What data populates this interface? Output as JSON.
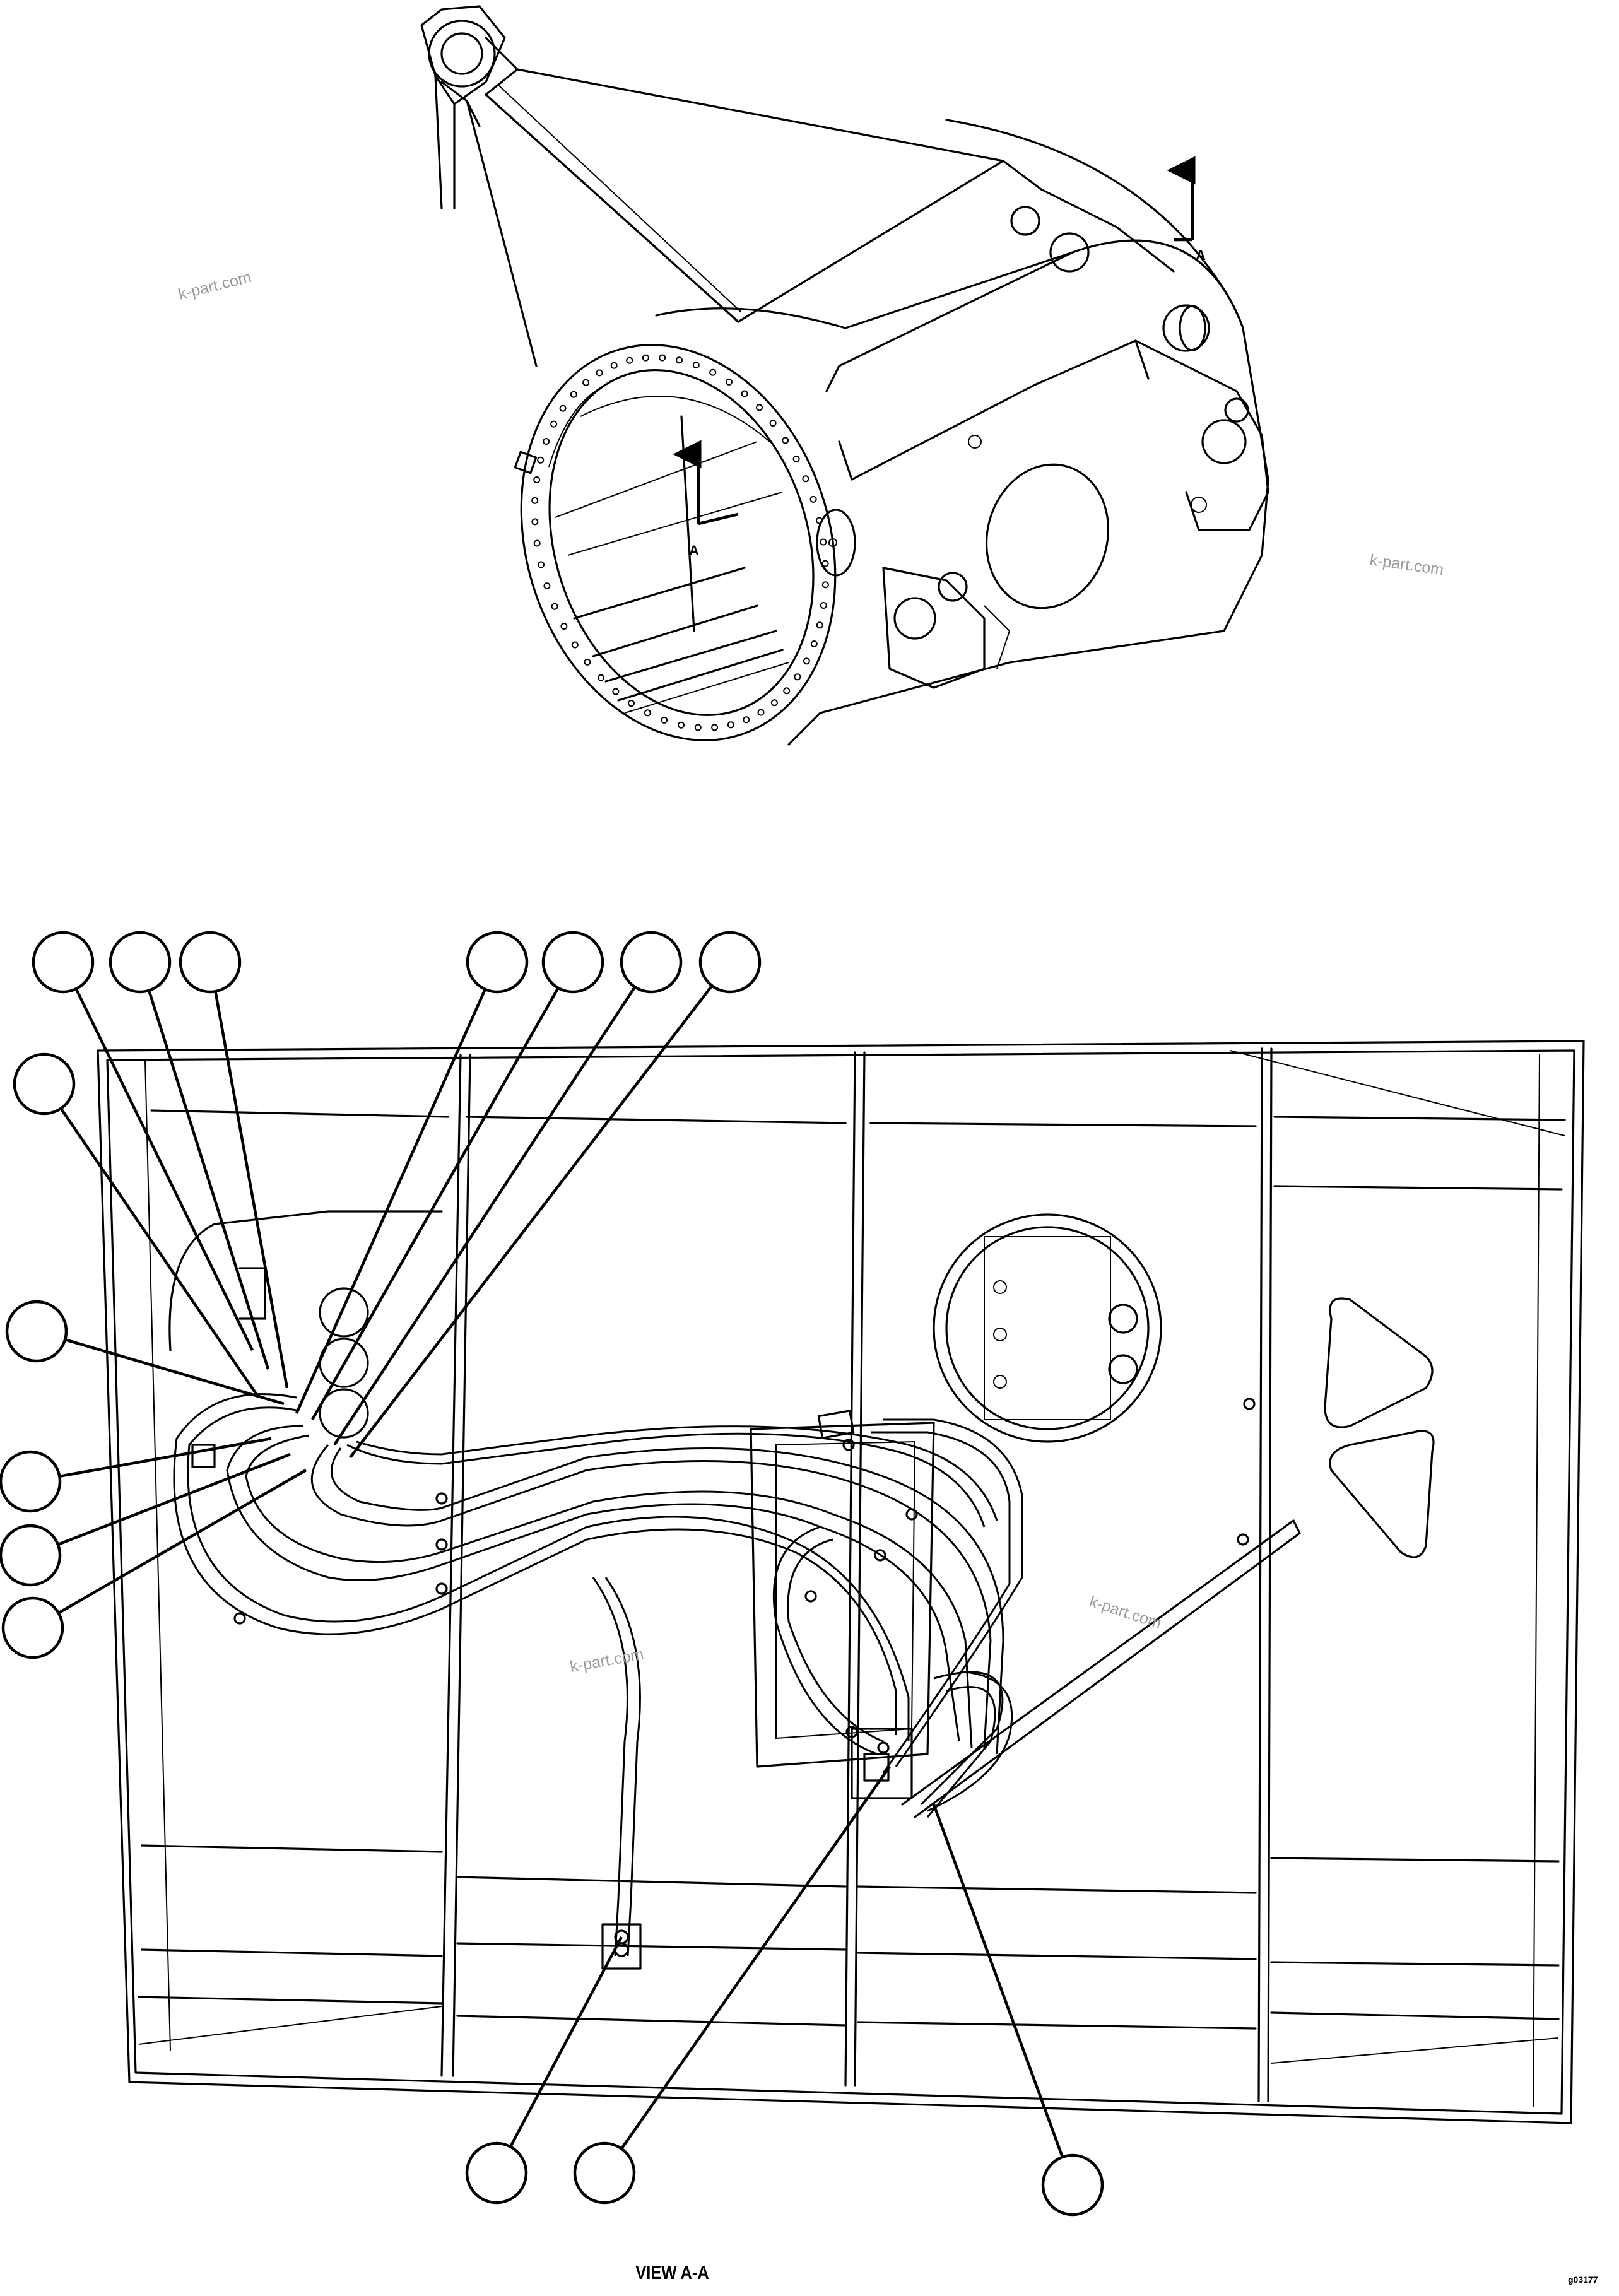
{
  "section_marker_label": "A",
  "view_title": "VIEW A-A",
  "watermark": "k-part.com",
  "drawing_code": "g03177",
  "callouts_top_row": [
    "",
    "",
    "",
    "",
    "",
    "",
    ""
  ],
  "callouts_left_column": [
    "",
    "",
    "",
    "",
    ""
  ],
  "callouts_bottom_row": [
    "",
    "",
    ""
  ]
}
